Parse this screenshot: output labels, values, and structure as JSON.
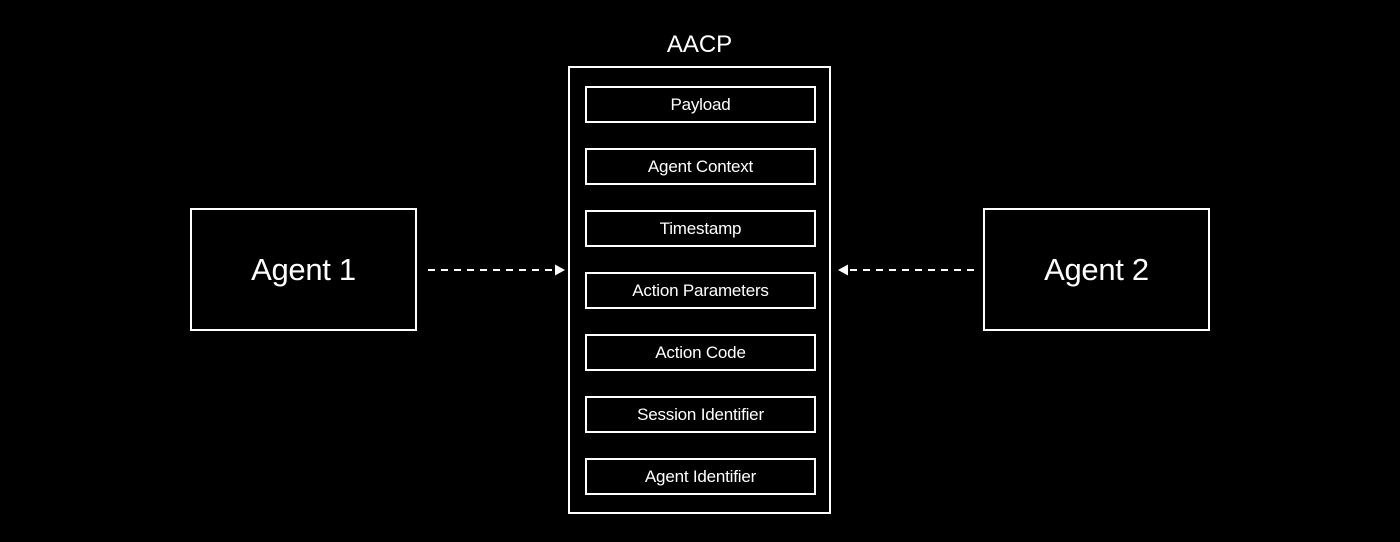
{
  "protocol": {
    "title": "AACP",
    "fields": [
      "Payload",
      "Agent Context",
      "Timestamp",
      "Action Parameters",
      "Action Code",
      "Session Identifier",
      "Agent Identifier"
    ]
  },
  "agents": {
    "left": "Agent 1",
    "right": "Agent 2"
  },
  "colors": {
    "background": "#000000",
    "stroke": "#ffffff",
    "text": "#ffffff"
  }
}
